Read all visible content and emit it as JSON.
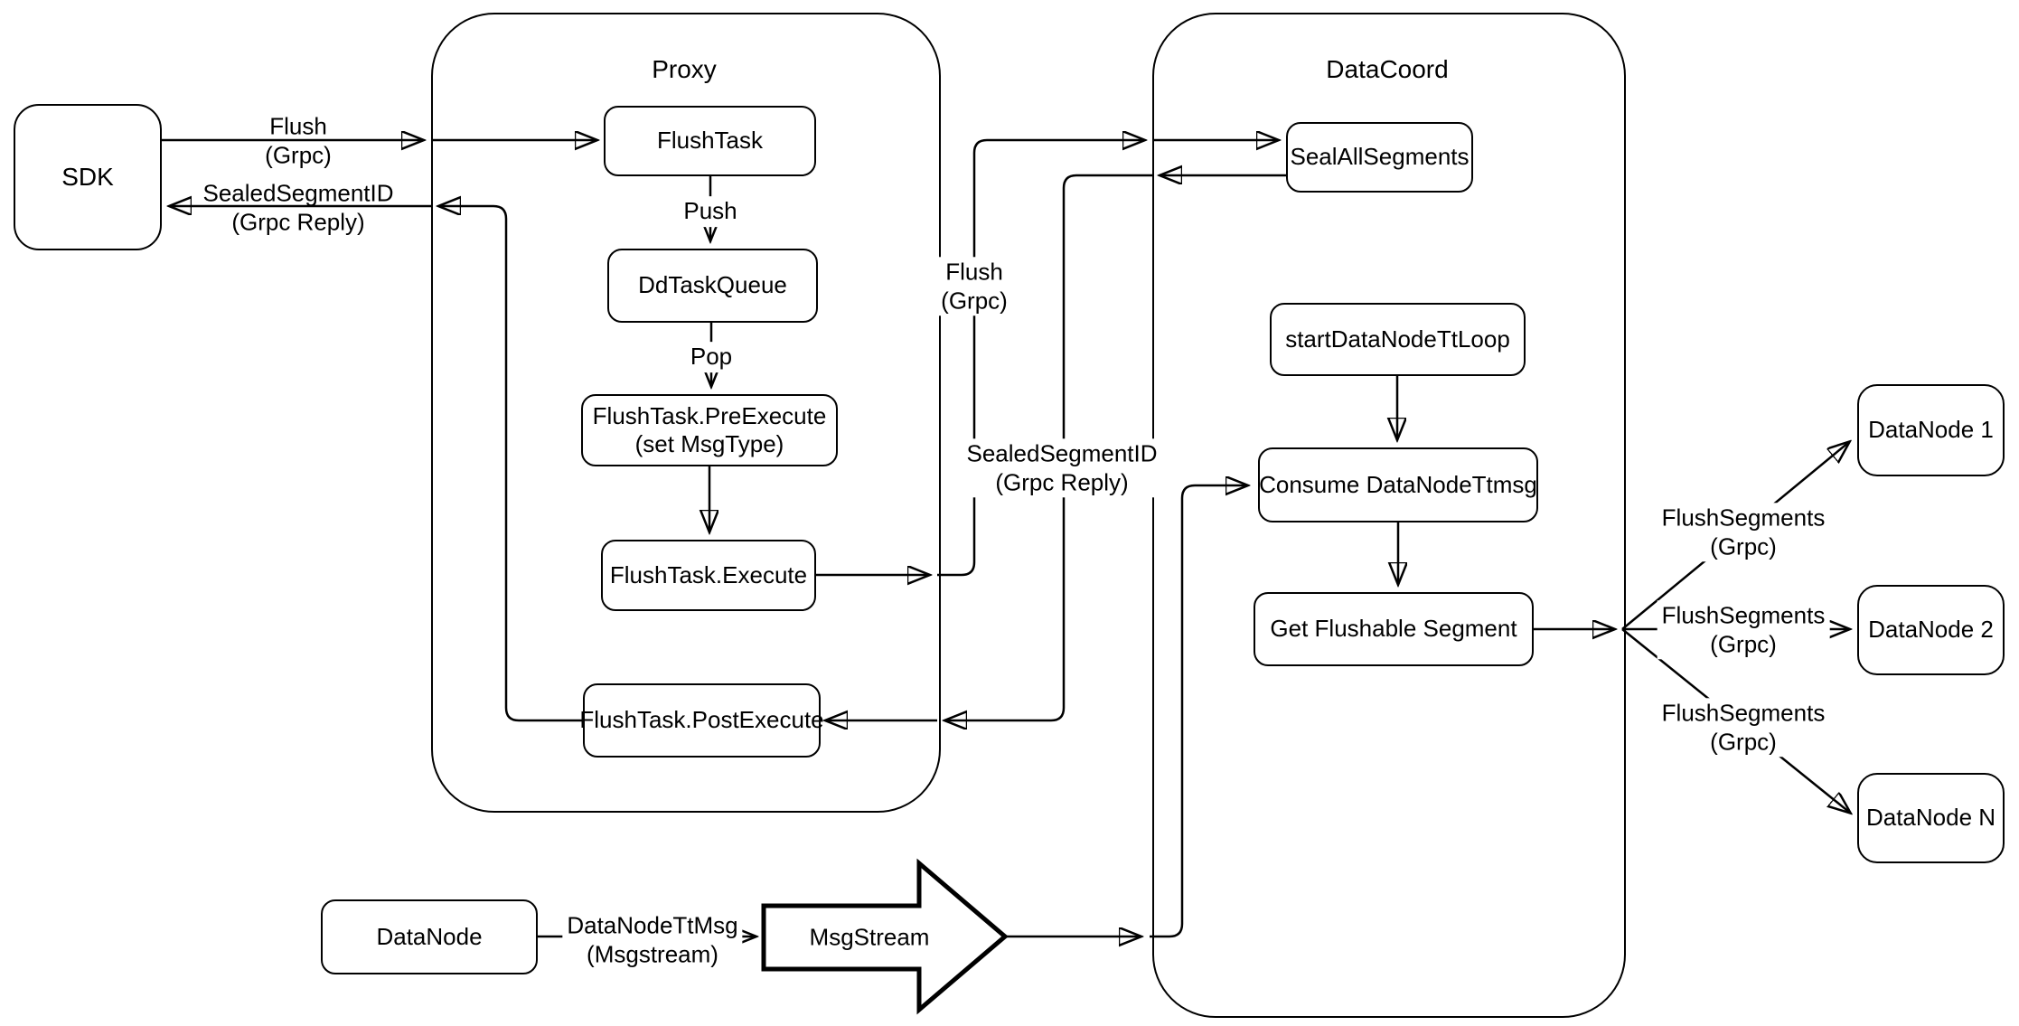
{
  "diagram_colors": {
    "stroke": "#000000",
    "fill": "#ffffff"
  },
  "containers": {
    "proxy": {
      "title": "Proxy"
    },
    "datacoord": {
      "title": "DataCoord"
    }
  },
  "nodes": {
    "sdk": {
      "label": "SDK"
    },
    "flushtask": {
      "label": "FlushTask"
    },
    "ddtaskqueue": {
      "label": "DdTaskQueue"
    },
    "preexecute": {
      "line1": "FlushTask.PreExecute",
      "line2": "(set MsgType)"
    },
    "execute": {
      "label": "FlushTask.Execute"
    },
    "postexecute": {
      "label": "FlushTask.PostExecute"
    },
    "sealallsegments": {
      "label": "SealAllSegments"
    },
    "startdatanodettloop": {
      "label": "startDataNodeTtLoop"
    },
    "consumedatanodettmsg": {
      "label": "Consume DataNodeTtmsg"
    },
    "getflushablesegment": {
      "label": "Get Flushable Segment"
    },
    "datanode1": {
      "label": "DataNode 1"
    },
    "datanode2": {
      "label": "DataNode 2"
    },
    "datanoden": {
      "label": "DataNode N"
    },
    "datanode_bottom": {
      "label": "DataNode"
    },
    "msgstream": {
      "label": "MsgStream"
    }
  },
  "edge_labels": {
    "flush_left": {
      "line1": "Flush",
      "line2": "(Grpc)"
    },
    "sealed_left": {
      "line1": "SealedSegmentID",
      "line2": "(Grpc Reply)"
    },
    "push": {
      "label": "Push"
    },
    "pop": {
      "label": "Pop"
    },
    "flush_mid": {
      "line1": "Flush",
      "line2": "(Grpc)"
    },
    "sealed_mid": {
      "line1": "SealedSegmentID",
      "line2": "(Grpc Reply)"
    },
    "flushsegments_1": {
      "line1": "FlushSegments",
      "line2": "(Grpc)"
    },
    "flushsegments_2": {
      "line1": "FlushSegments",
      "line2": "(Grpc)"
    },
    "flushsegments_3": {
      "line1": "FlushSegments",
      "line2": "(Grpc)"
    },
    "datanodettmsg": {
      "line1": "DataNodeTtMsg",
      "line2": "(Msgstream)"
    }
  }
}
